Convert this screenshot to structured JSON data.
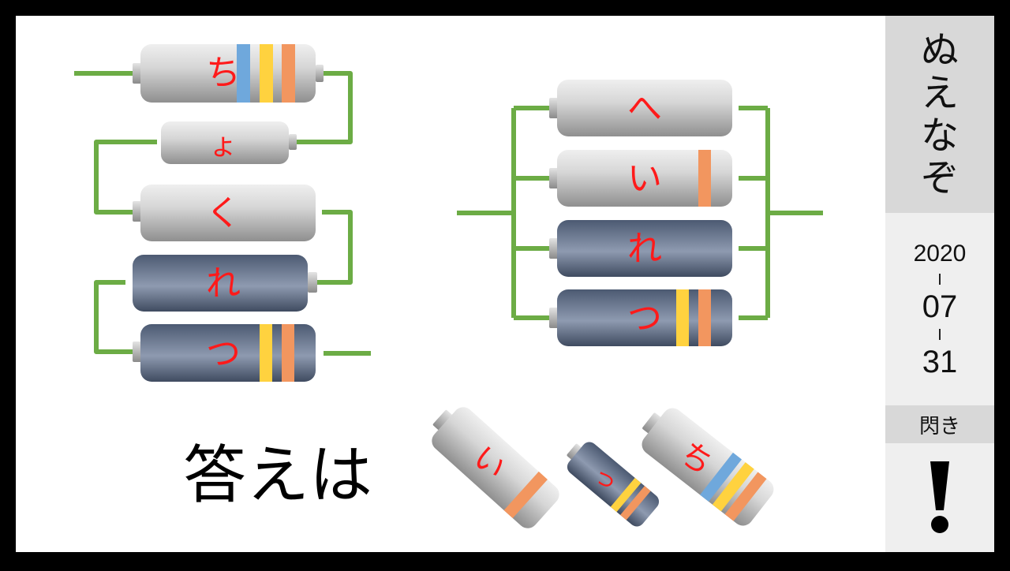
{
  "puzzle": {
    "series_chain": [
      "ち",
      "ょ",
      "く",
      "れ",
      "つ"
    ],
    "parallel_group": [
      "へ",
      "い",
      "れ",
      "つ"
    ],
    "answer_prompt": "答えは",
    "answer_pieces": [
      "い",
      "っ",
      "ち"
    ]
  },
  "sidebar": {
    "title_chars": [
      "ぬ",
      "え",
      "な",
      "ぞ"
    ],
    "date": {
      "year": "2020",
      "month": "07",
      "day": "31"
    },
    "hint_label": "閃き",
    "exclamation": "!"
  },
  "colors": {
    "wire": "#6cac45",
    "kana": "#ff1a1a",
    "band_blue": "#6fa8dc",
    "band_yellow": "#ffd23f",
    "band_orange": "#f2965f"
  },
  "icons": {
    "silver_battery": "battery-silver-icon",
    "dark_battery": "battery-dark-icon",
    "exclamation": "exclamation-icon"
  }
}
